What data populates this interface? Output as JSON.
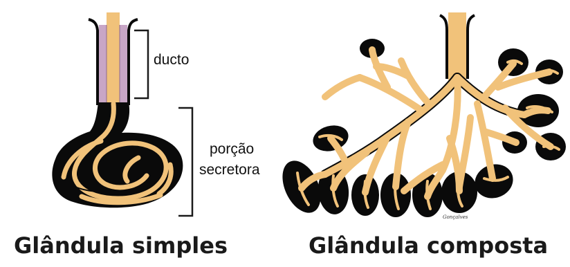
{
  "labels": {
    "ducto": "ducto",
    "porcao_line1": "porção",
    "porcao_line2": "secretora"
  },
  "captions": {
    "simple": "Glândula simples",
    "compound": "Glândula composta"
  },
  "signature": "Gonçalves",
  "colors": {
    "tube_fill": "#f1c27a",
    "tube_outline": "#0a0a0a",
    "duct_lining": "#c8a6c6",
    "bracket": "#1a1a1a",
    "text": "#111111"
  }
}
